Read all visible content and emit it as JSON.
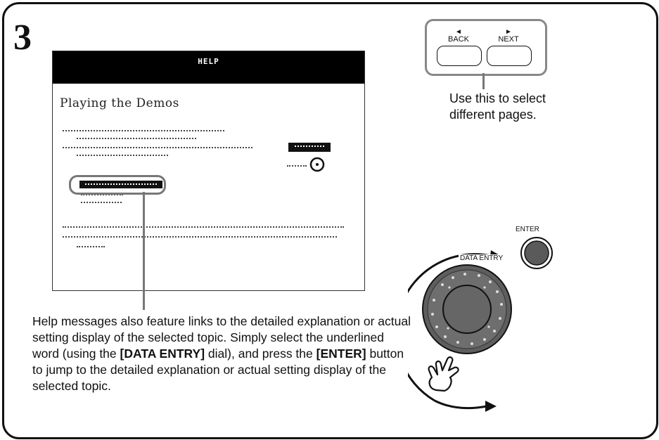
{
  "step_number": "3",
  "help_screen": {
    "header_title": "HELP",
    "page_title": "Playing the Demos"
  },
  "nav_buttons": {
    "back_label": "BACK",
    "next_label": "NEXT",
    "back_arrow": "◄",
    "next_arrow": "►"
  },
  "page_note": {
    "line1": "Use this to select",
    "line2": "different pages."
  },
  "controls": {
    "enter_label": "ENTER",
    "data_entry_label": "DATA ENTRY",
    "arrow_icon": "curved-double-arrow",
    "hand_icon": "pointing-hand-icon"
  },
  "description": {
    "p1": "Help messages also feature links to the detailed explanation or actual setting display of the selected topic. Simply select the underlined word (using the ",
    "b1": "[DATA ENTRY]",
    "p2": " dial), and press the ",
    "b2": "[ENTER]",
    "p3": " button to jump to the detailed explanation or actual setting display of the selected topic."
  }
}
